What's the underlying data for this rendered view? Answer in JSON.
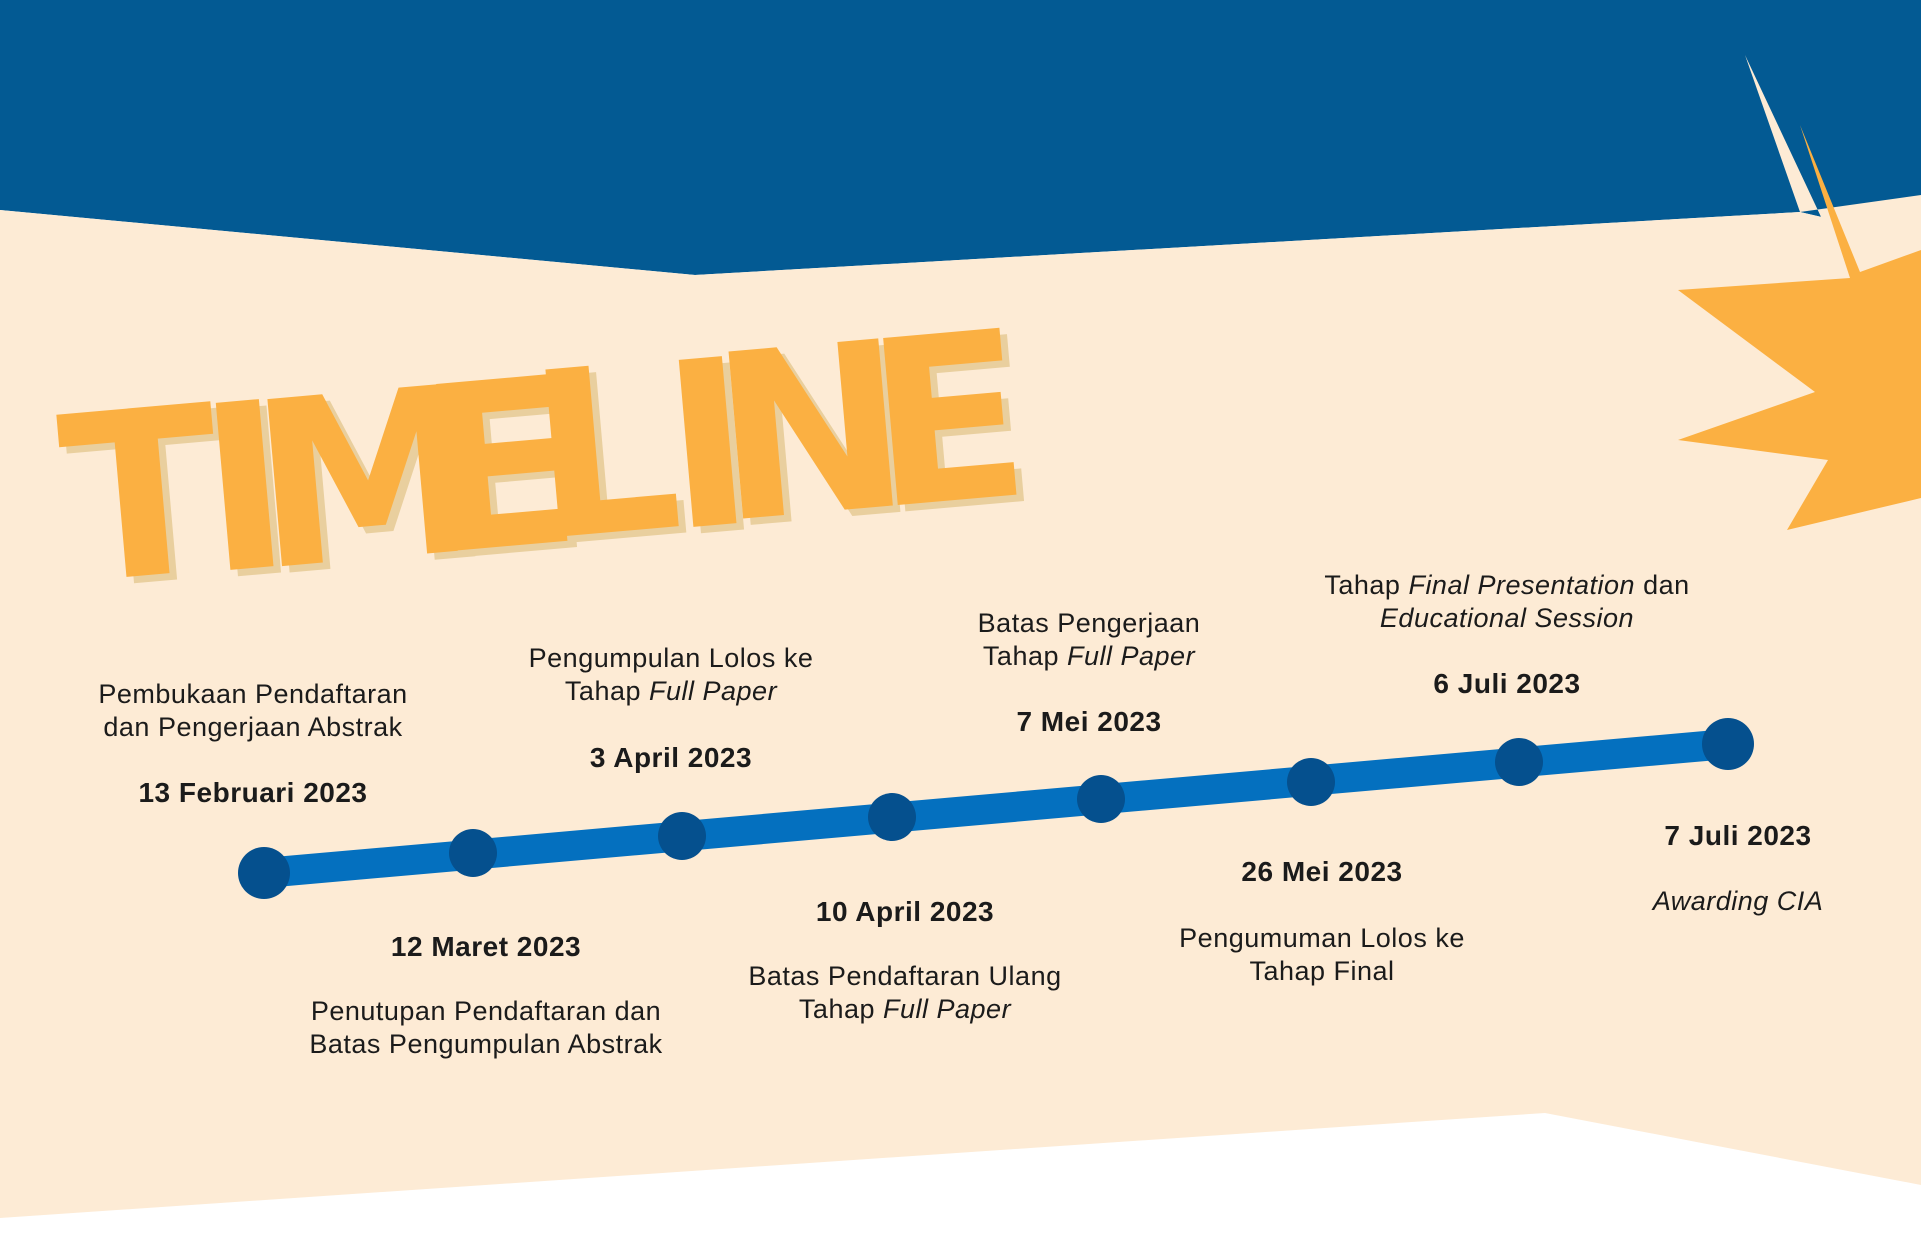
{
  "title": "TIMELINE",
  "colors": {
    "navy": "#035a93",
    "cream": "#fdebd5",
    "orange": "#fbb042",
    "timeline_bar": "#0470bf",
    "timeline_dot": "#05508e",
    "starburst_outline": "#fdebd5",
    "text": "#1b1b1b"
  },
  "decorations": {
    "starburst": "starburst-shape"
  },
  "events": [
    {
      "date": "13 Februari 2023",
      "description_lines": [
        {
          "parts": [
            {
              "text": "Pembukaan Pendaftaran",
              "italic": false
            }
          ]
        },
        {
          "parts": [
            {
              "text": "dan Pengerjaan Abstrak",
              "italic": false
            }
          ]
        }
      ]
    },
    {
      "date": "12 Maret 2023",
      "description_lines": [
        {
          "parts": [
            {
              "text": "Penutupan Pendaftaran dan",
              "italic": false
            }
          ]
        },
        {
          "parts": [
            {
              "text": "Batas Pengumpulan Abstrak",
              "italic": false
            }
          ]
        }
      ]
    },
    {
      "date": "3 April 2023",
      "description_lines": [
        {
          "parts": [
            {
              "text": "Pengumpulan Lolos ke",
              "italic": false
            }
          ]
        },
        {
          "parts": [
            {
              "text": "Tahap ",
              "italic": false
            },
            {
              "text": "Full Paper",
              "italic": true
            }
          ]
        }
      ]
    },
    {
      "date": "10 April 2023",
      "description_lines": [
        {
          "parts": [
            {
              "text": "Batas Pendaftaran Ulang",
              "italic": false
            }
          ]
        },
        {
          "parts": [
            {
              "text": "Tahap ",
              "italic": false
            },
            {
              "text": "Full Paper",
              "italic": true
            }
          ]
        }
      ]
    },
    {
      "date": "7 Mei 2023",
      "description_lines": [
        {
          "parts": [
            {
              "text": "Batas Pengerjaan",
              "italic": false
            }
          ]
        },
        {
          "parts": [
            {
              "text": "Tahap ",
              "italic": false
            },
            {
              "text": "Full Paper",
              "italic": true
            }
          ]
        }
      ]
    },
    {
      "date": "26 Mei 2023",
      "description_lines": [
        {
          "parts": [
            {
              "text": "Pengumuman Lolos ke",
              "italic": false
            }
          ]
        },
        {
          "parts": [
            {
              "text": "Tahap Final",
              "italic": false
            }
          ]
        }
      ]
    },
    {
      "date": "6 Juli 2023",
      "description_lines": [
        {
          "parts": [
            {
              "text": "Tahap ",
              "italic": false
            },
            {
              "text": "Final Presentation",
              "italic": true
            },
            {
              "text": " dan",
              "italic": false
            }
          ]
        },
        {
          "parts": [
            {
              "text": "Educational Session",
              "italic": true
            }
          ]
        }
      ]
    },
    {
      "date": "7 Juli 2023",
      "description_lines": [
        {
          "parts": [
            {
              "text": "Awarding CIA",
              "italic": true
            }
          ]
        }
      ]
    }
  ]
}
